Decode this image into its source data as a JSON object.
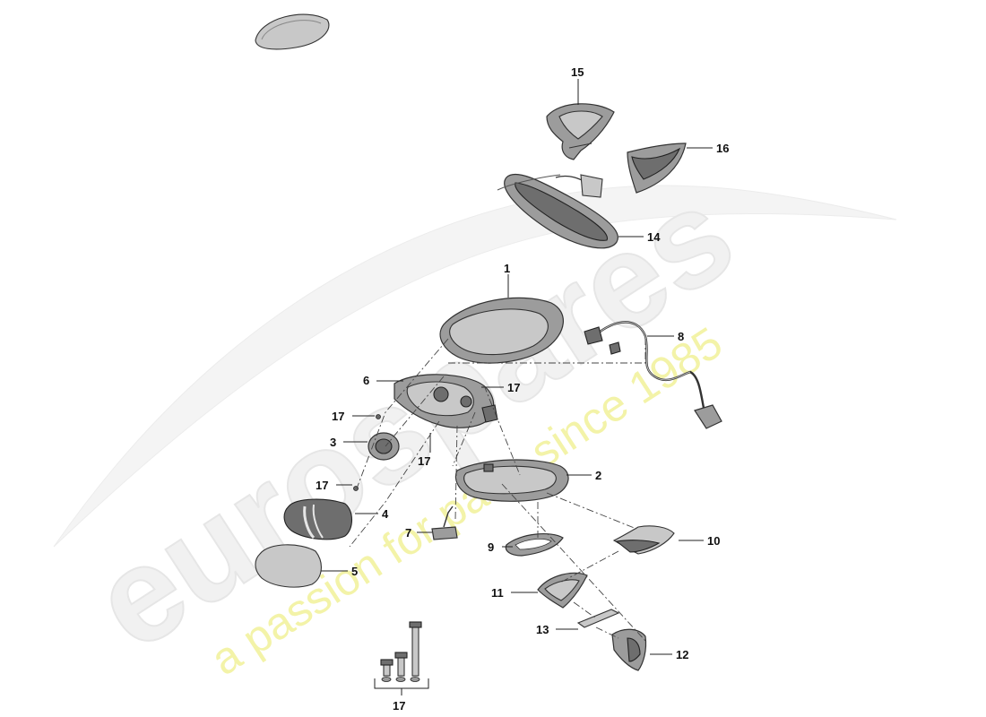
{
  "watermark": {
    "logo_text": "eurospares",
    "tagline": "a passion for parts since 1985"
  },
  "callouts": {
    "c1": "1",
    "c2": "2",
    "c3": "3",
    "c4": "4",
    "c5": "5",
    "c6": "6",
    "c7": "7",
    "c8": "8",
    "c9": "9",
    "c10": "10",
    "c11": "11",
    "c12": "12",
    "c13": "13",
    "c14": "14",
    "c15": "15",
    "c16": "16",
    "c17_a": "17",
    "c17_b": "17",
    "c17_c": "17",
    "c17_d": "17",
    "c17_e": "17"
  },
  "colors": {
    "part_gray": "#9c9c9c",
    "watermark_gray": "#f1f1f1",
    "watermark_yellow": "#f3f3a8"
  }
}
